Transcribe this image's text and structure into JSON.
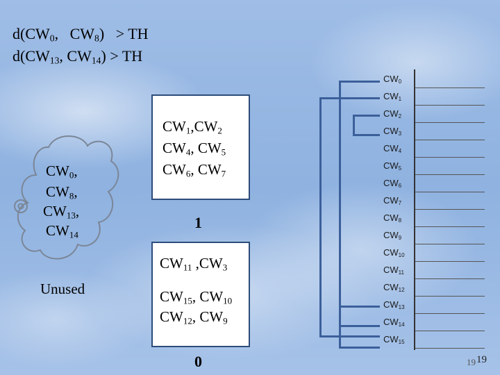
{
  "conditions": [
    {
      "a_base": "CW",
      "a_sub": "0",
      "b_base": "CW",
      "b_sub": "8",
      "op": "> TH"
    },
    {
      "a_base": "CW",
      "a_sub": "13",
      "b_base": "CW",
      "b_sub": "14",
      "op": "> TH"
    }
  ],
  "cloud": {
    "items": [
      "0",
      "8",
      "13",
      "14"
    ],
    "prefix": "CW",
    "caption": "Unused"
  },
  "box1": {
    "lines": [
      [
        {
          "base": "CW",
          "sub": "1"
        },
        {
          "base": "CW",
          "sub": "2"
        }
      ],
      [
        {
          "base": "CW",
          "sub": "4"
        },
        {
          "base": "CW",
          "sub": "5"
        }
      ],
      [
        {
          "base": "CW",
          "sub": "6"
        },
        {
          "base": "CW",
          "sub": "7"
        }
      ]
    ],
    "value": "1"
  },
  "box0": {
    "lines": [
      [
        {
          "base": "CW",
          "sub": "11"
        },
        {
          "base": "CW",
          "sub": "3"
        }
      ],
      [
        {
          "base": "CW",
          "sub": "15"
        },
        {
          "base": "CW",
          "sub": "10"
        }
      ],
      [
        {
          "base": "CW",
          "sub": "12"
        },
        {
          "base": "CW",
          "sub": "9"
        }
      ]
    ],
    "value": "0"
  },
  "codewords": [
    "0",
    "1",
    "2",
    "3",
    "4",
    "5",
    "6",
    "7",
    "8",
    "9",
    "10",
    "11",
    "12",
    "13",
    "14",
    "15"
  ],
  "page_number": "19",
  "page_number_shadow": "19",
  "colors": {
    "panel_border": "#2c4c7a",
    "bracket": "#3b5f9a"
  }
}
